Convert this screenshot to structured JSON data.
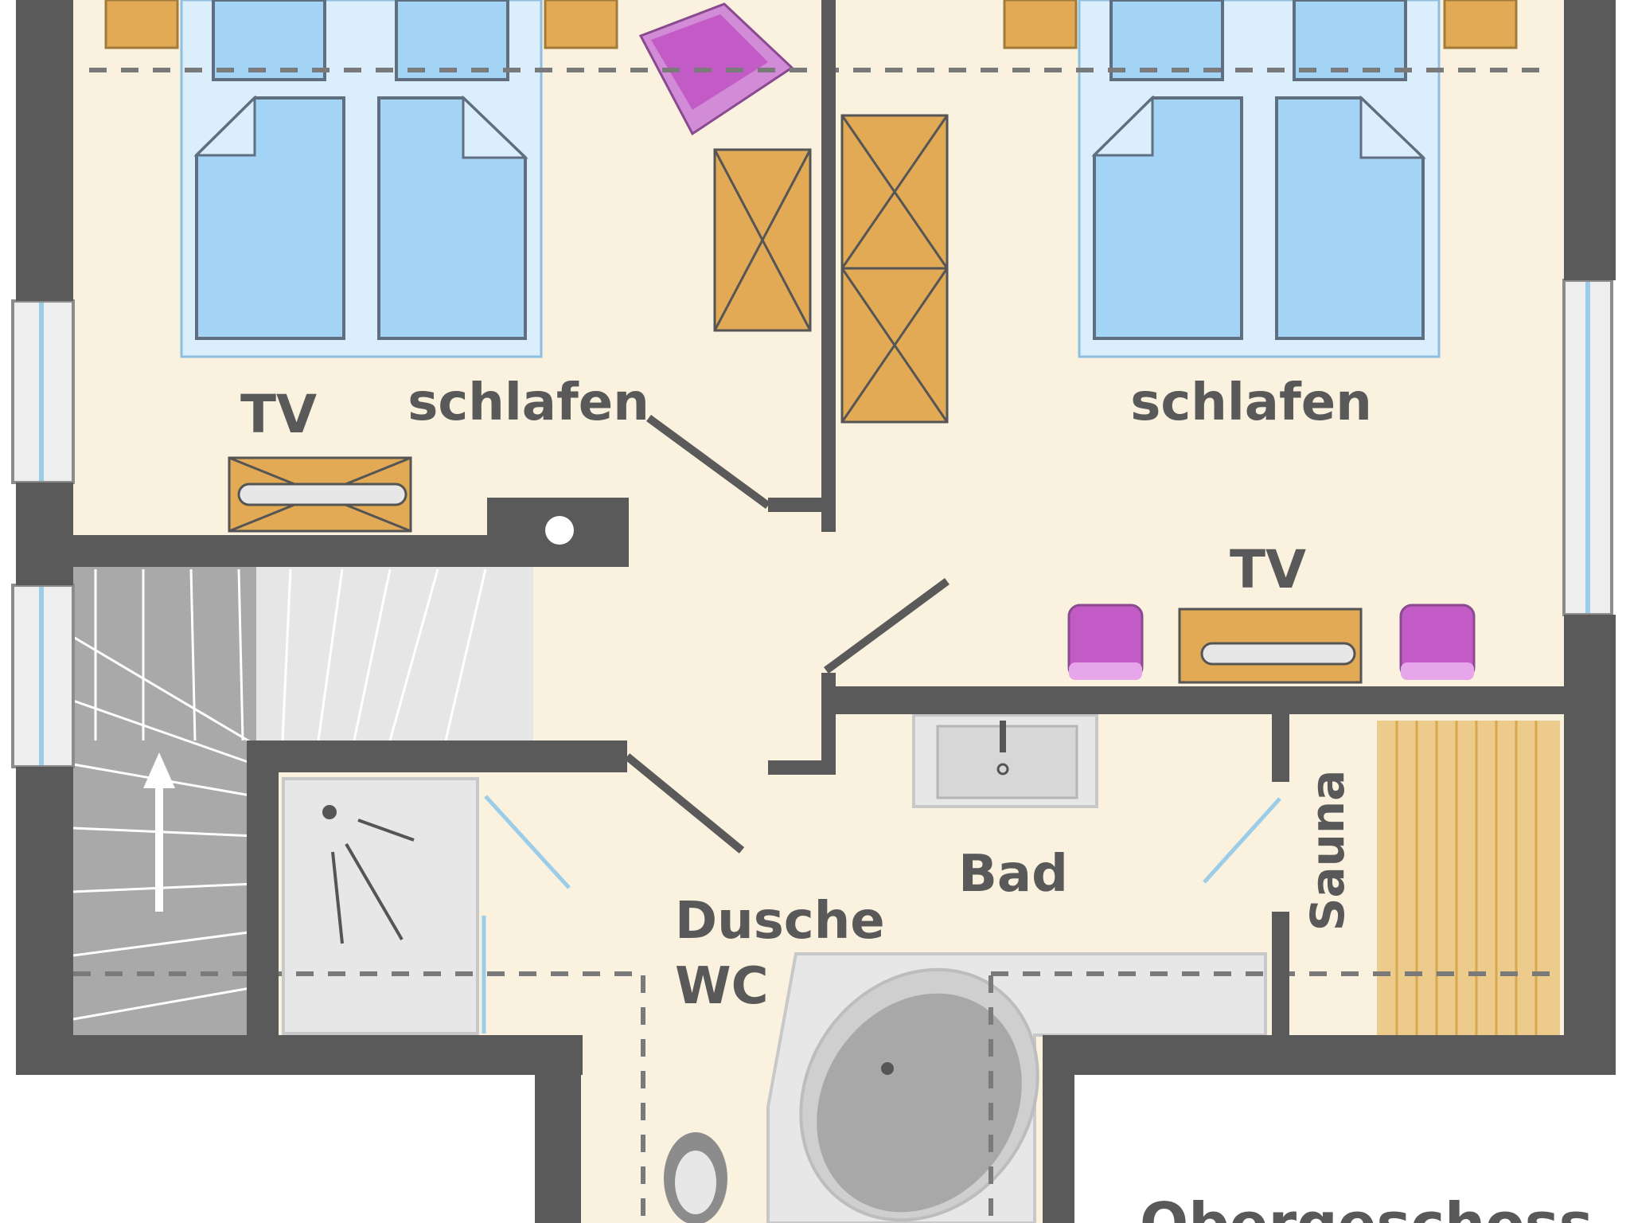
{
  "labels": {
    "tv_left": "TV",
    "schlafen_left": "schlafen",
    "schlafen_right": "schlafen",
    "tv_right": "TV",
    "bad": "Bad",
    "sauna": "Sauna",
    "dusche": "Dusche",
    "wc": "WC",
    "floor": "Obergeschoss"
  },
  "colors": {
    "floor": "#faf1df",
    "wall": "#5a5a5a",
    "bed": "#a3d4f5",
    "bed_frame": "#dbeefb",
    "wood": "#e2aa55",
    "chair": "#c25bc6",
    "stairs": "#b0b0b0",
    "sauna": "#eccb8c",
    "fixture": "#e7e7e7"
  }
}
